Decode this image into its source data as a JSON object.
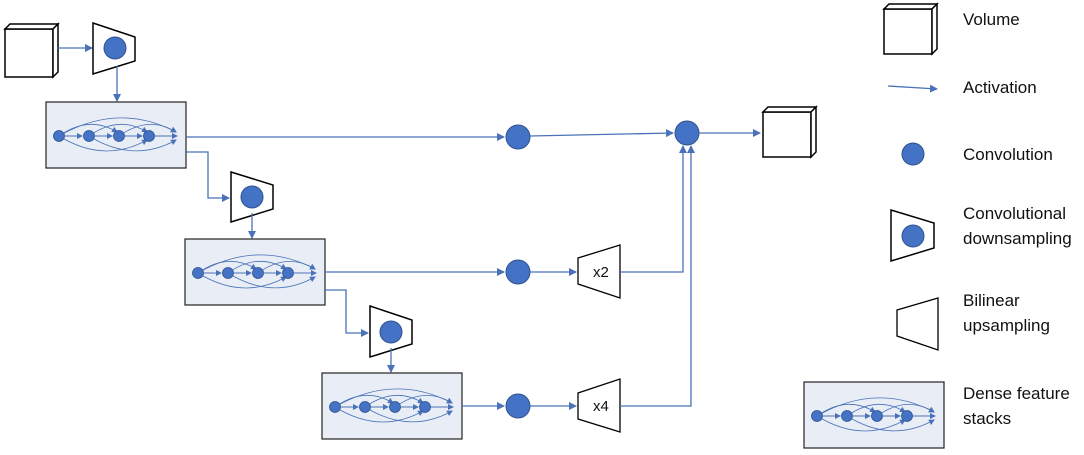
{
  "legend": {
    "volume": "Volume",
    "activation": "Activation",
    "convolution": "Convolution",
    "conv_down_line1": "Convolutional",
    "conv_down_line2": "downsampling",
    "bilinear_line1": "Bilinear",
    "bilinear_line2": "upsampling",
    "dense_line1": "Dense feature",
    "dense_line2": "stacks"
  },
  "upsample_labels": {
    "x2": "x2",
    "x4": "x4"
  },
  "colors": {
    "node_fill": "#4472c4",
    "node_stroke": "#2f528f",
    "arrow": "#4a72b8",
    "stack_fill": "#e9eef6",
    "stack_border": "#222222"
  }
}
